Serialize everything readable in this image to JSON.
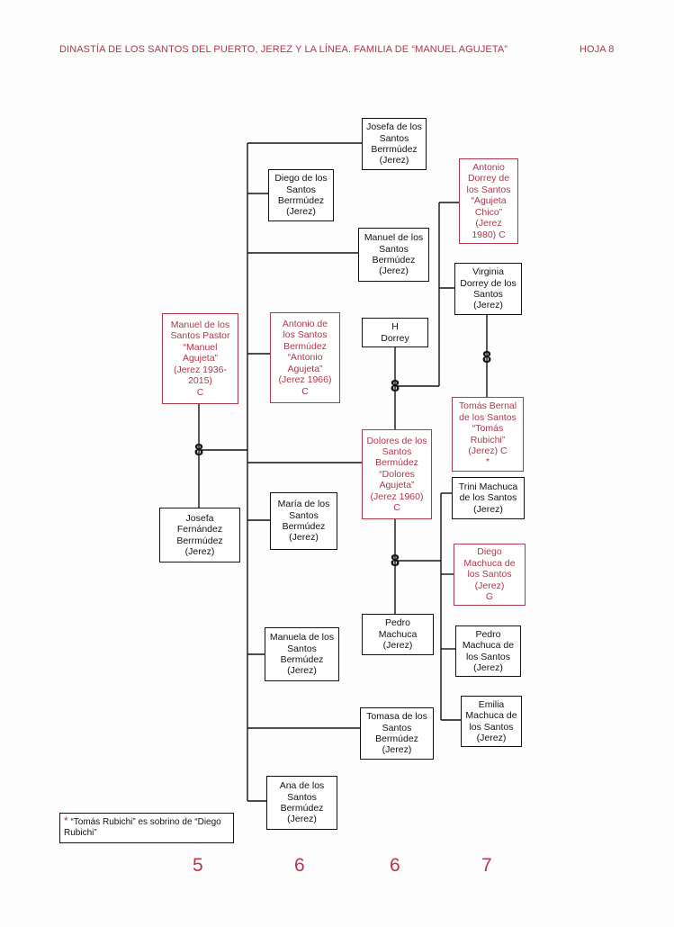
{
  "header": {
    "title": "DINASTÍA DE LOS SANTOS DEL PUERTO, JEREZ Y LA LÍNEA. FAMILIA DE “MANUEL AGUJETA”",
    "sheet": "HOJA 8"
  },
  "colors": {
    "accent_red": "#b0374c",
    "ink": "#111111"
  },
  "marriage_symbol": "8",
  "people": {
    "manuel_agujeta": "Manuel de los\nSantos Pastor\n“Manuel\nAgujeta”\n(Jerez 1936-\n2015)\nC",
    "josefa_fernandez": "Josefa\nFernández\nBerrmúdez\n(Jerez)",
    "josefa_santos": "Josefa de los\nSantos\nBerrmúdez\n(Jerez)",
    "diego_santos": "Diego de los\nSantos\nBerrmúdez\n(Jerez)",
    "manuel_santos": "Manuel de los\nSantos\nBermúdez\n(Jerez)",
    "antonio_agujeta": "Antonio de\nlos Santos\nBermúdez\n“Antonio\nAgujeta”\n(Jerez 1966)\nC",
    "h_dorrey": "H\nDorrey",
    "dolores_agujeta": "Dolores de los\nSantos\nBermúdez\n“Dolores\nAgujeta”\n(Jerez 1960)\nC",
    "maria_santos": "María de los\nSantos\nBermúdez\n(Jerez)",
    "pedro_machuca": "Pedro\nMachuca\n(Jerez)",
    "manuela_santos": "Manuela de los\nSantos\nBermúdez\n(Jerez)",
    "tomasa_santos": "Tomasa de los\nSantos\nBermúdez\n(Jerez)",
    "ana_santos": "Ana de los\nSantos\nBermúdez\n(Jerez)",
    "antonio_dorrey": "Antonio\nDorrey de\nlos Santos\n“Agujeta\nChico”\n(Jerez\n1980)  C",
    "virginia_dorrey": "Virginia\nDorrey de los\nSantos\n(Jerez)",
    "tomas_rubichi": "Tomás Bernal\nde los Santos\n“Tomás\nRubichi”\n(Jerez)  C\n*",
    "trini_machuca": "Trini Machuca\nde los Santos\n(Jerez)",
    "diego_machuca": "Diego\nMachuca de\nlos Santos\n(Jerez)\nG",
    "pedro_machuca_santos": "Pedro\nMachuca de\nlos Santos\n(Jerez)",
    "emilia_machuca": "Emilia\nMachuca de\nlos Santos\n(Jerez)"
  },
  "note": {
    "asterisk": "*",
    "text": " “Tomás Rubichi” es sobrino de “Diego Rubichi”"
  },
  "generations": [
    "5",
    "6",
    "6",
    "7"
  ]
}
